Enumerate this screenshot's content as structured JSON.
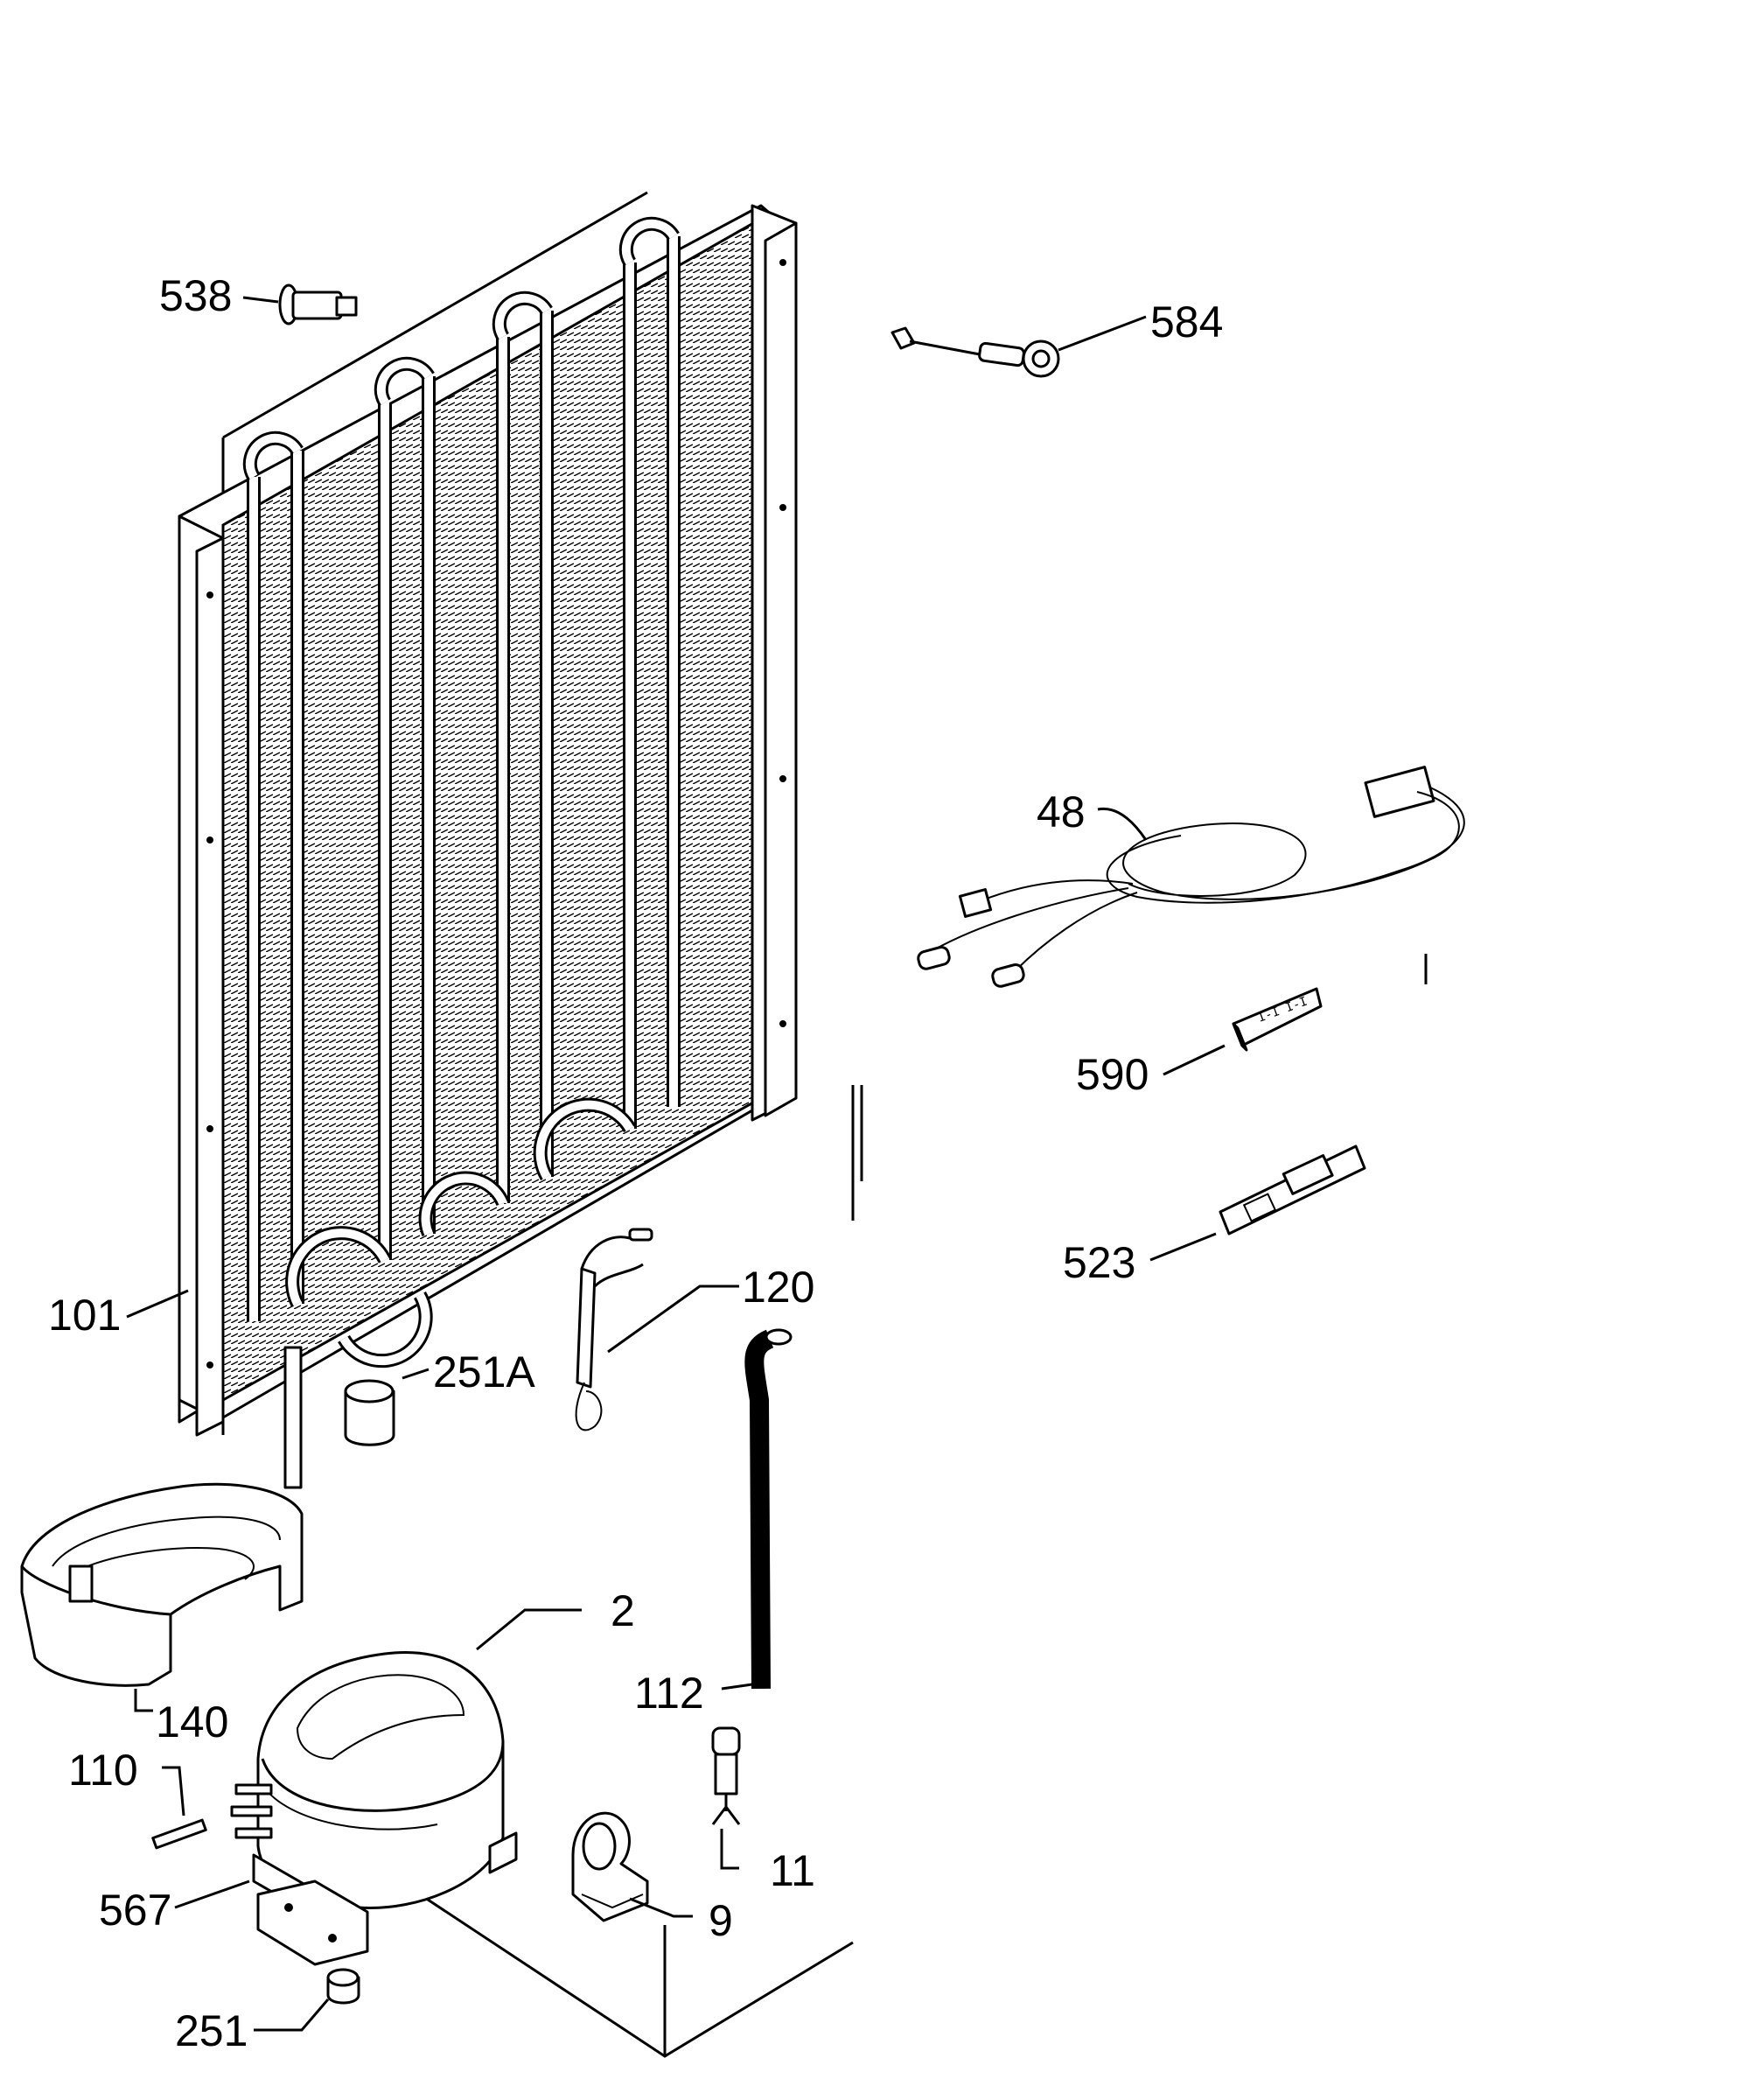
{
  "parts": [
    {
      "id": "p538",
      "label": "538"
    },
    {
      "id": "p584",
      "label": "584"
    },
    {
      "id": "p48",
      "label": "48"
    },
    {
      "id": "p590",
      "label": "590"
    },
    {
      "id": "p523",
      "label": "523"
    },
    {
      "id": "p101",
      "label": "101"
    },
    {
      "id": "p120",
      "label": "120"
    },
    {
      "id": "p251a",
      "label": "251A"
    },
    {
      "id": "p2",
      "label": "2"
    },
    {
      "id": "p112",
      "label": "112"
    },
    {
      "id": "p140",
      "label": "140"
    },
    {
      "id": "p110",
      "label": "110"
    },
    {
      "id": "p11",
      "label": "11"
    },
    {
      "id": "p567",
      "label": "567"
    },
    {
      "id": "p9",
      "label": "9"
    },
    {
      "id": "p251",
      "label": "251"
    }
  ]
}
